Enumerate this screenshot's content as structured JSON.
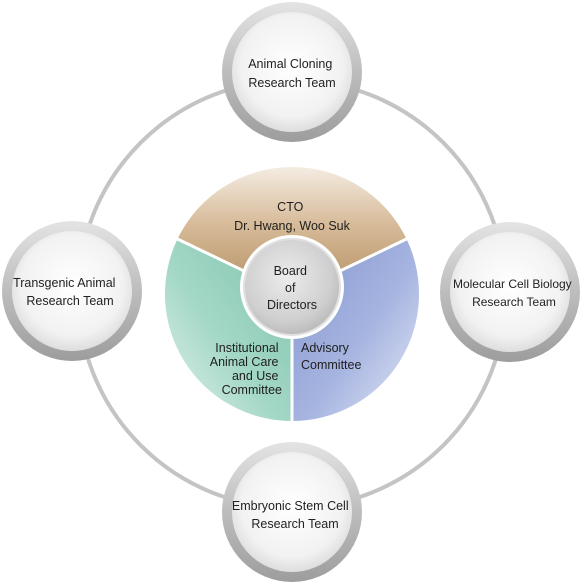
{
  "colors": {
    "orbit": "#c4c4c4",
    "satellite_ring": "#c8c8c8",
    "satellite_fill": "#f6f6f6",
    "cto_segment": "#c3a27c",
    "advisory_segment": "#8ea0d3",
    "iacuc_segment": "#8cccb6",
    "center_disc": "#c9c9c9"
  },
  "center": {
    "lines": [
      "Board",
      "of",
      "Directors"
    ]
  },
  "segments": {
    "cto": {
      "lines": [
        "CTO",
        "Dr. Hwang, Woo Suk"
      ]
    },
    "advisory": {
      "lines": [
        "Advisory",
        "Committee"
      ]
    },
    "iacuc": {
      "lines": [
        "Institutional",
        "Animal Care",
        "and Use",
        "Committee"
      ]
    }
  },
  "teams": {
    "top": {
      "lines": [
        "Animal Cloning",
        "Research Team"
      ]
    },
    "left": {
      "lines": [
        "Transgenic Animal",
        "Research Team"
      ]
    },
    "right": {
      "lines": [
        "Molecular Cell Biology",
        "Research Team"
      ]
    },
    "bottom": {
      "lines": [
        "Embryonic Stem Cell",
        "Research Team"
      ]
    }
  }
}
